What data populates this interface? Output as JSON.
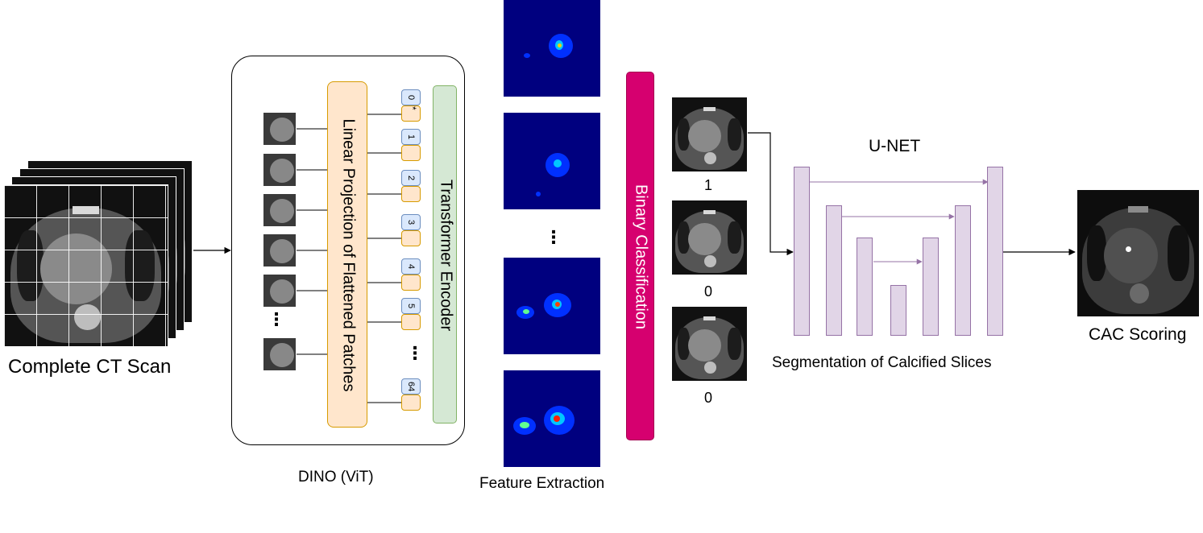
{
  "labels": {
    "ct_scan": "Complete CT Scan",
    "dino": "DINO (ViT)",
    "linear_projection": "Linear Projection of Flattened Patches",
    "transformer_encoder": "Transformer Encoder",
    "feature_extraction": "Feature Extraction",
    "binary_classification": "Binary Classification",
    "unet": "U-NET",
    "segmentation": "Segmentation of Calcified Slices",
    "cac_scoring": "CAC Scoring",
    "patch_ellipsis": "⋮",
    "token_ellipsis": "⋮",
    "feature_ellipsis": "⋮"
  },
  "tokens": [
    {
      "num": "0",
      "star": "*"
    },
    {
      "num": "1"
    },
    {
      "num": "2"
    },
    {
      "num": "3"
    },
    {
      "num": "4"
    },
    {
      "num": "5"
    },
    {
      "num": "64"
    }
  ],
  "classification_outputs": [
    "1",
    "0",
    "0"
  ],
  "colors": {
    "token_number_fill": "#dae8fc",
    "token_number_border": "#6c8ebf",
    "token_embedding_fill": "#ffe6cc",
    "token_embedding_border": "#d79b00",
    "linear_projection_fill": "#ffe6cc",
    "transformer_fill": "#d5e8d4",
    "classification_fill": "#d6006f",
    "unet_fill": "#e1d5e7",
    "unet_arrow": "#9673a6",
    "heatmap_bg": "#00007f"
  }
}
